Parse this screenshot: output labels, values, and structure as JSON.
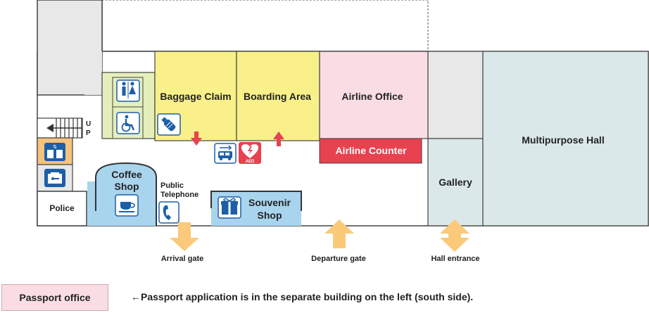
{
  "rooms": {
    "baggage_claim": "Baggage Claim",
    "boarding_area": "Boarding Area",
    "airline_office": "Airline Office",
    "airline_counter": "Airline Counter",
    "multipurpose_hall": "Multipurpose Hall",
    "gallery": "Gallery",
    "coffee_shop_line1": "Coffee",
    "coffee_shop_line2": "Shop",
    "souvenir_shop_line1": "Souvenir",
    "souvenir_shop_line2": "Shop",
    "police": "Police",
    "public_telephone_line1": "Public",
    "public_telephone_line2": "Telephone"
  },
  "stairs": {
    "label_u": "U",
    "label_p": "P"
  },
  "entrances": {
    "arrival_gate": "Arrival gate",
    "departure_gate": "Departure gate",
    "hall_entrance": "Hall entrance"
  },
  "aed_label": "AED",
  "legend": {
    "passport_office": "Passport office",
    "note": "←Passport application is in the separate building on the left (south side)."
  },
  "colors": {
    "yellow_area": "#f9f08a",
    "pink_area": "#fadde3",
    "red_counter": "#e8414f",
    "light_blue_shop": "#a9d4ee",
    "grey_block": "#e8e8e8",
    "teal_hall": "#dbe8ea",
    "green_restroom": "#e4efbc",
    "orange_elevator": "#f6c27d",
    "arrow_orange": "#fbc97a",
    "arrow_red": "#e8414f",
    "icon_blue": "#1d5ea8"
  },
  "icons": [
    "restroom-icon",
    "wheelchair-icon",
    "baby-bottle-icon",
    "elevator-icon",
    "locker-icon",
    "aed-icon",
    "airport-bus-icon",
    "coffee-cup-icon",
    "gift-icon",
    "telephone-icon"
  ]
}
